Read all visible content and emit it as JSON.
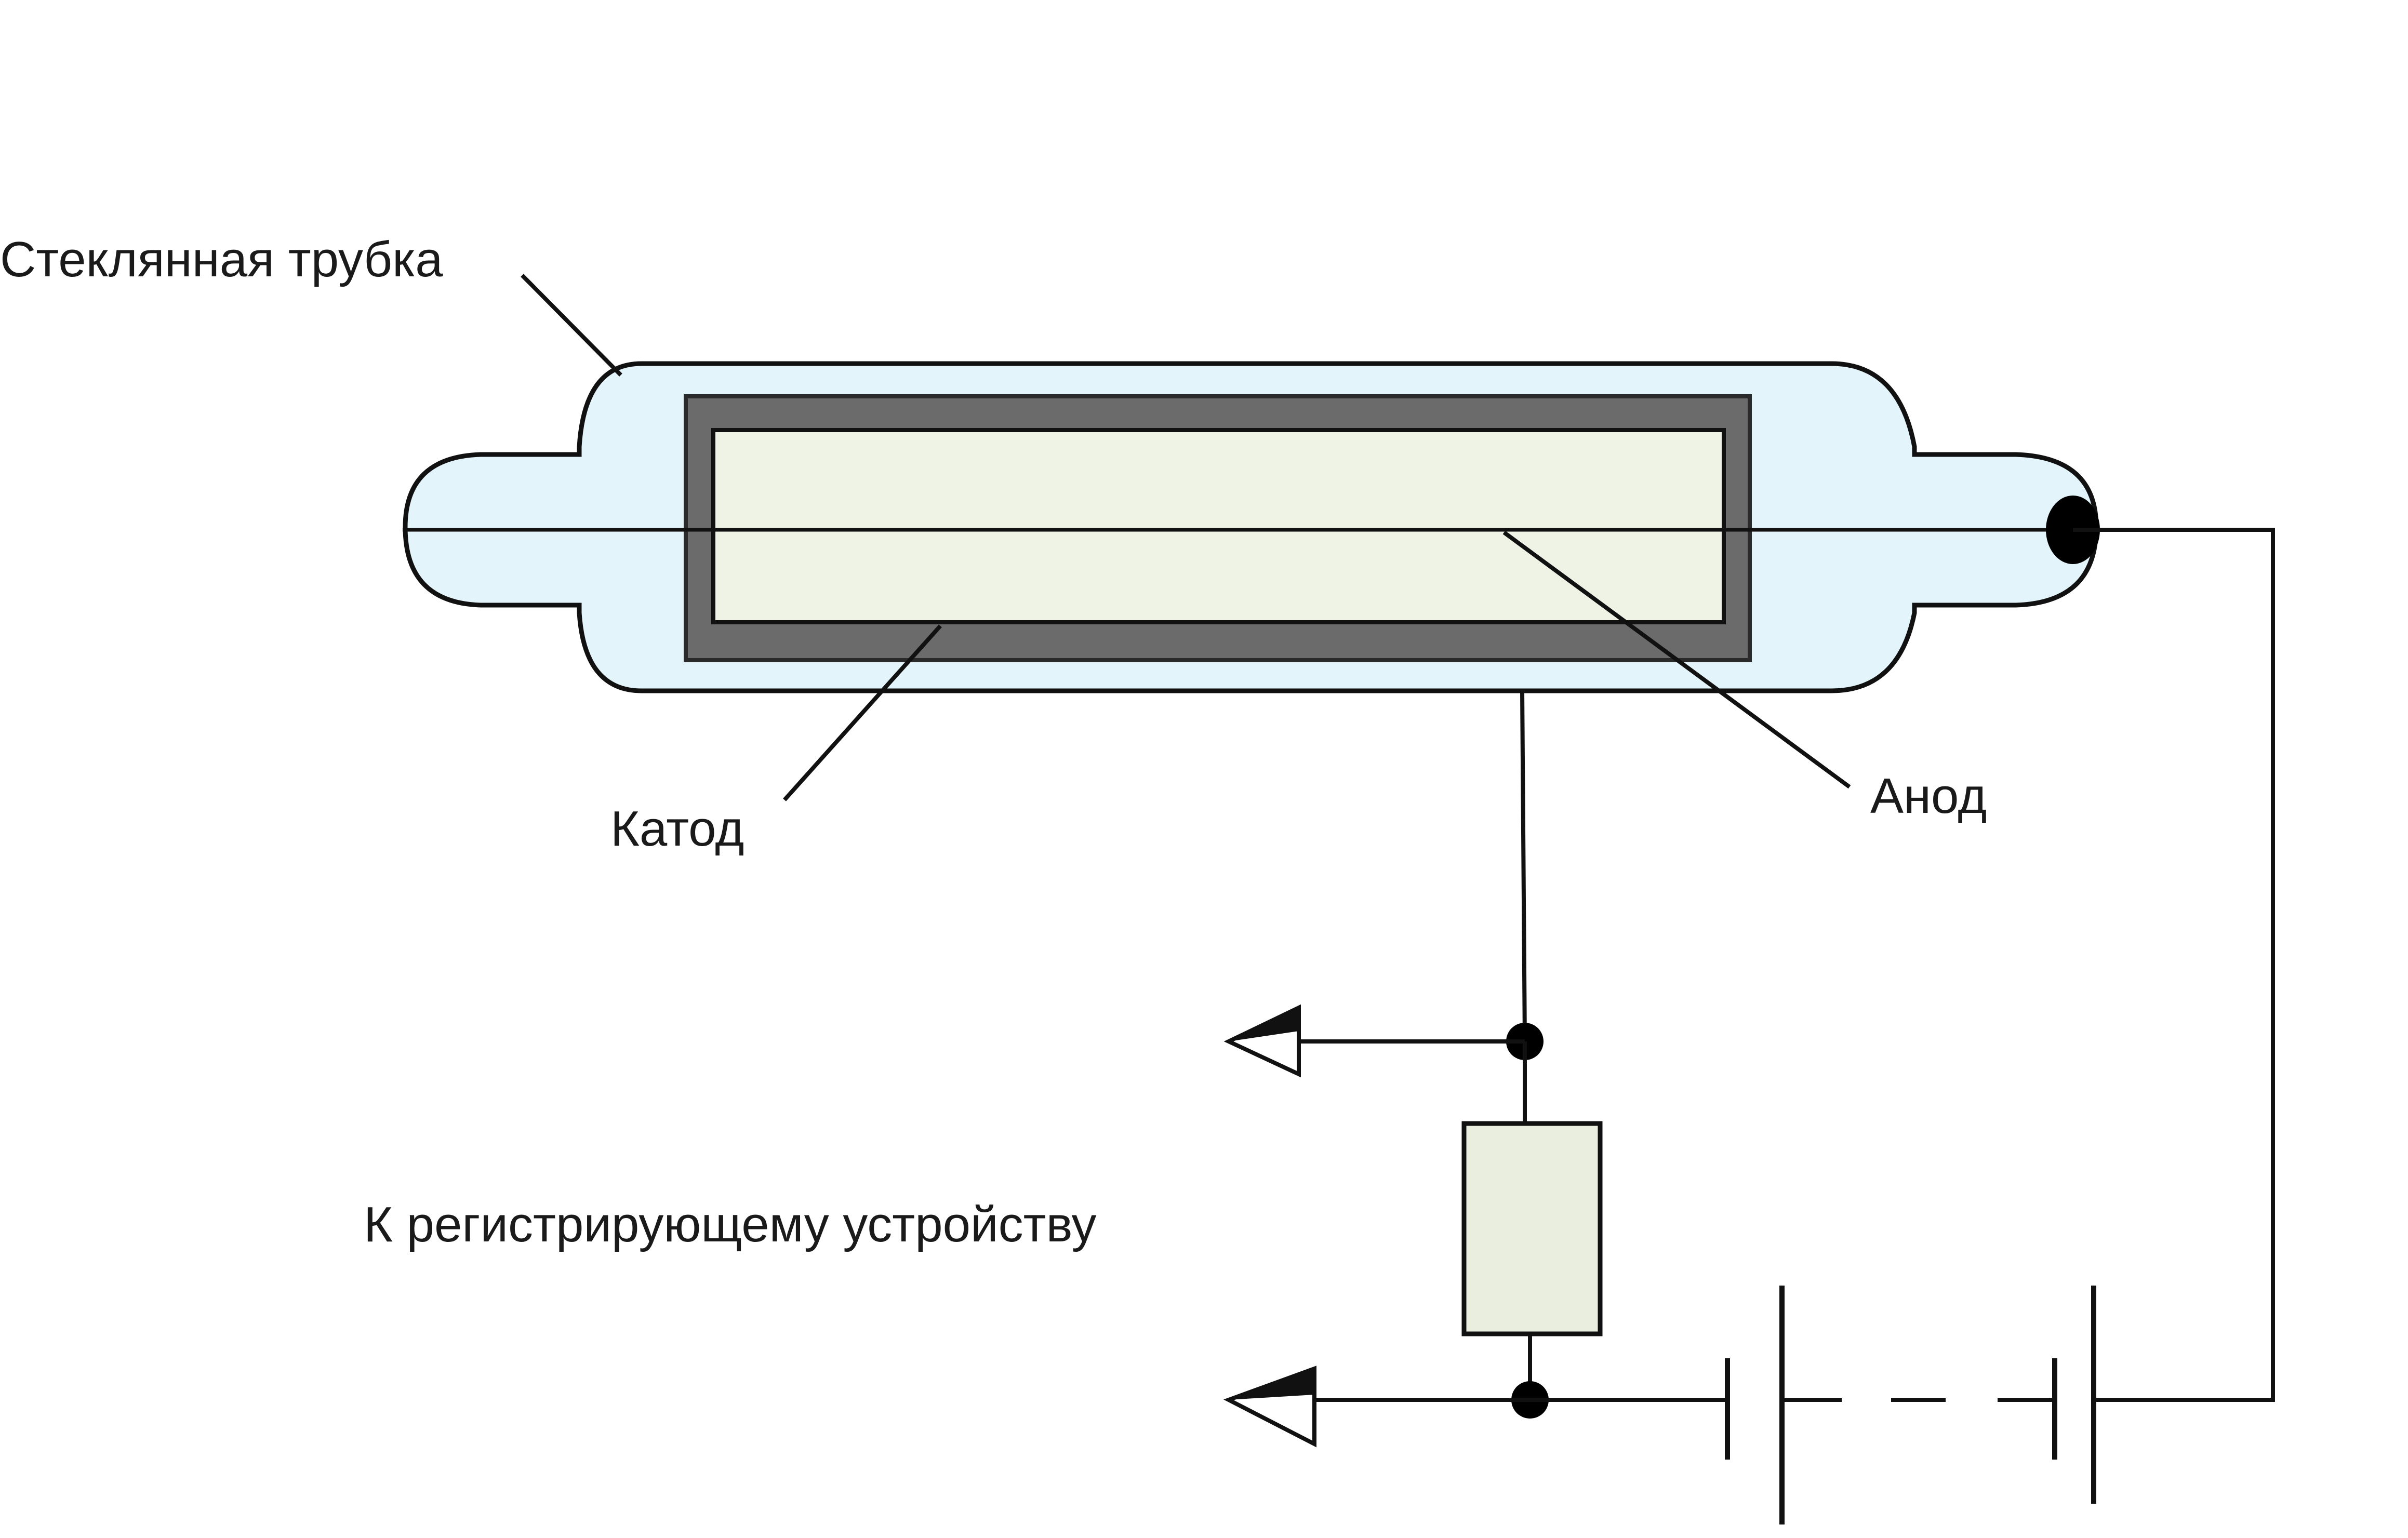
{
  "labels": {
    "glass_tube": "Стеклянная трубка",
    "cathode": "Катод",
    "anode": "Анод",
    "recorder": "К регистрирующему устройству"
  },
  "colors": {
    "tube_fill": "#e4f4fb",
    "cathode": "#6b6b6b",
    "cathode_inner": "#eef3e6",
    "resistor": "#e9eede",
    "wire": "#111111"
  }
}
